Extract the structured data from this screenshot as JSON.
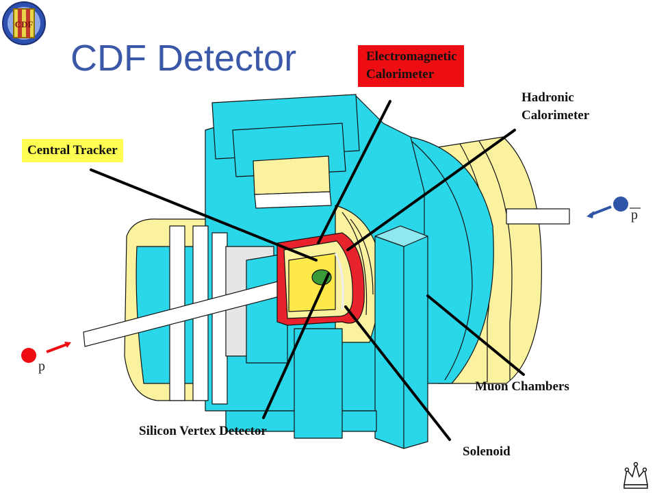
{
  "slide": {
    "title": "CDF Detector",
    "logo_text": "CDF",
    "logo_glyph": "II"
  },
  "labels": {
    "em_calorimeter_line1": "Electromagnetic",
    "em_calorimeter_line2": "Calorimeter",
    "hadronic_line1": "Hadronic",
    "hadronic_line2": "Calorimeter",
    "central_tracker": "Central Tracker",
    "muon_chambers": "Muon Chambers",
    "silicon_vertex": "Silicon Vertex Detector",
    "solenoid": "Solenoid"
  },
  "beams": {
    "proton": "p",
    "antiproton": "p"
  },
  "colors": {
    "title": "#3a57a8",
    "em_box": "#ee0d12",
    "tracker_box": "#fdfd52",
    "cyan": "#2ad7e8",
    "yellow": "#fbf6a8",
    "red_layer": "#e8232c",
    "proton_dot": "#ee0d12",
    "antiproton_dot": "#2f55a6"
  }
}
